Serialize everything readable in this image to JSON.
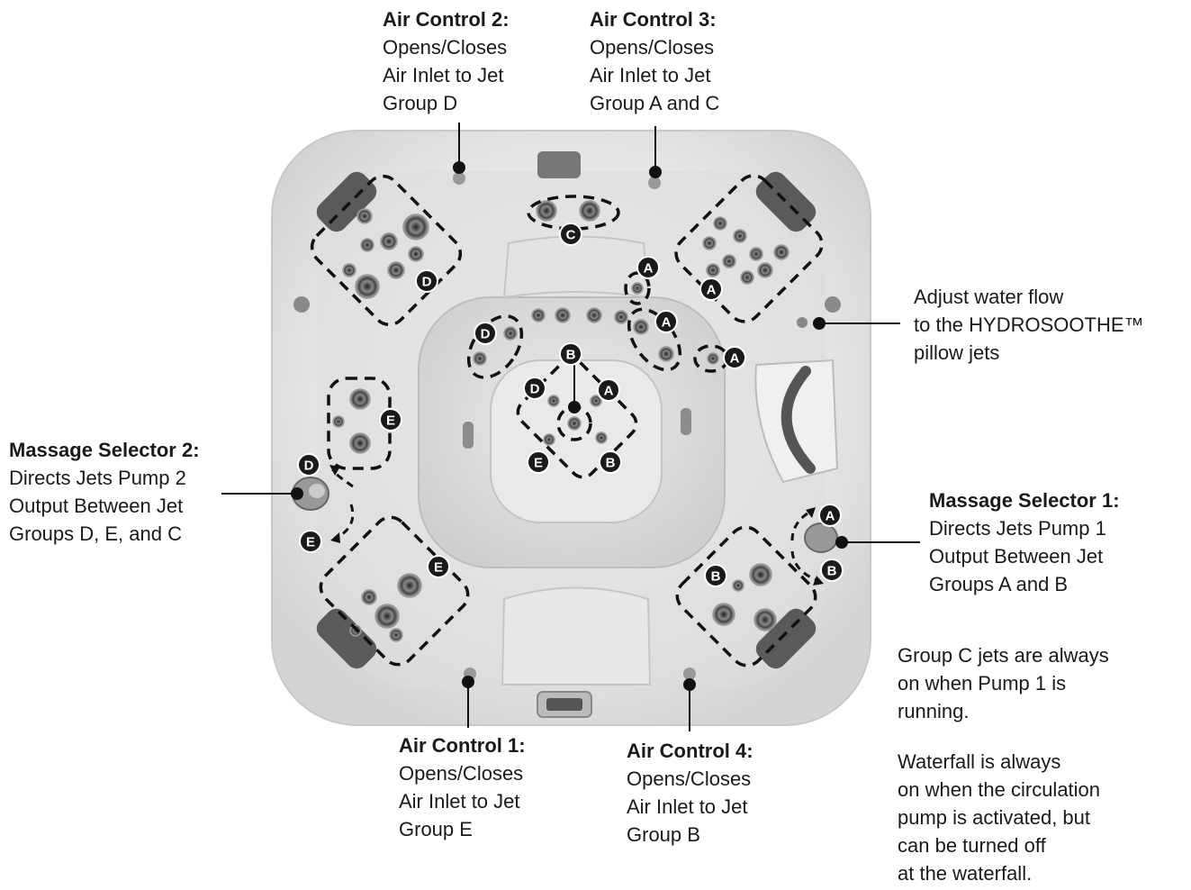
{
  "labels": {
    "air_control_2": {
      "title": "Air Control 2:",
      "lines": [
        "Opens/Closes",
        "Air Inlet to Jet",
        "Group D"
      ]
    },
    "air_control_3": {
      "title": "Air Control 3:",
      "lines": [
        "Opens/Closes",
        "Air Inlet to Jet",
        "Group A and C"
      ]
    },
    "pillow_flow": {
      "lines": [
        "Adjust water flow",
        "to the HYDROSOOTHE™",
        "pillow jets"
      ]
    },
    "massage_selector_2": {
      "title": "Massage Selector 2:",
      "lines": [
        "Directs Jets Pump 2",
        "Output Between Jet",
        "Groups D, E, and C"
      ]
    },
    "massage_selector_1": {
      "title": "Massage Selector 1:",
      "lines": [
        "Directs Jets Pump 1",
        "Output Between Jet",
        "Groups A and B"
      ]
    },
    "air_control_1": {
      "title": "Air Control 1:",
      "lines": [
        "Opens/Closes",
        "Air Inlet to Jet",
        "Group E"
      ]
    },
    "air_control_4": {
      "title": "Air Control 4:",
      "lines": [
        "Opens/Closes",
        "Air Inlet to Jet",
        "Group B"
      ]
    },
    "note_group_c": {
      "lines": [
        "Group C jets are always",
        "on when Pump 1 is",
        "running."
      ]
    },
    "note_waterfall": {
      "lines": [
        "Waterfall is always",
        "on when the circulation",
        "pump is activated, but",
        "can be turned off",
        "at the waterfall."
      ]
    }
  },
  "jet_group_letters": [
    "A",
    "B",
    "C",
    "D",
    "E"
  ],
  "colors": {
    "badge": "#1a1a1a",
    "shell": "#e6e6e6",
    "footwell": "#d2d2d2",
    "pillow": "#555555"
  }
}
